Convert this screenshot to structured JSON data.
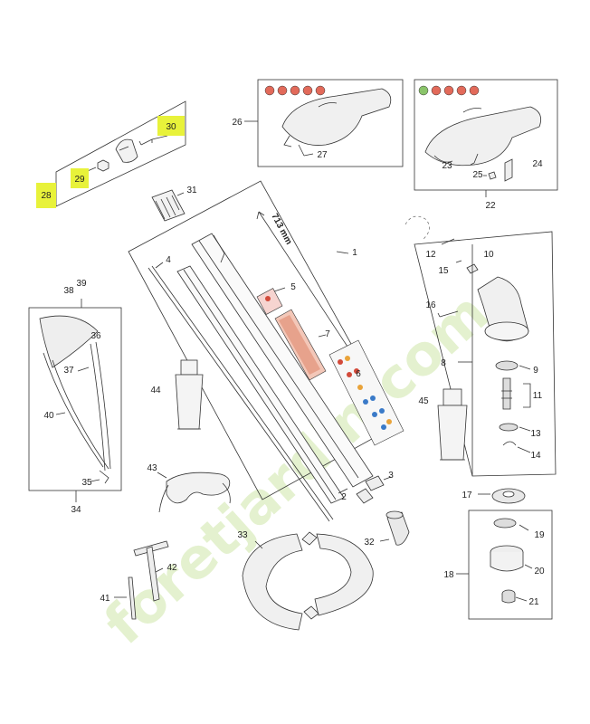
{
  "diagram": {
    "watermark": "foretjardin.com",
    "dimension_label": "713 mm",
    "highlight_color": "#e8f23a",
    "watermark_color": "#cfe6a8",
    "callouts": [
      "1",
      "2",
      "3",
      "4",
      "5",
      "6",
      "7",
      "8",
      "9",
      "10",
      "11",
      "12",
      "13",
      "14",
      "15",
      "16",
      "17",
      "18",
      "19",
      "20",
      "21",
      "22",
      "23",
      "24",
      "25",
      "26",
      "27",
      "28",
      "29",
      "30",
      "31",
      "32",
      "33",
      "34",
      "35",
      "36",
      "37",
      "38",
      "39",
      "40",
      "41",
      "42",
      "43",
      "44",
      "45"
    ],
    "highlighted": [
      "28",
      "29",
      "30"
    ]
  }
}
